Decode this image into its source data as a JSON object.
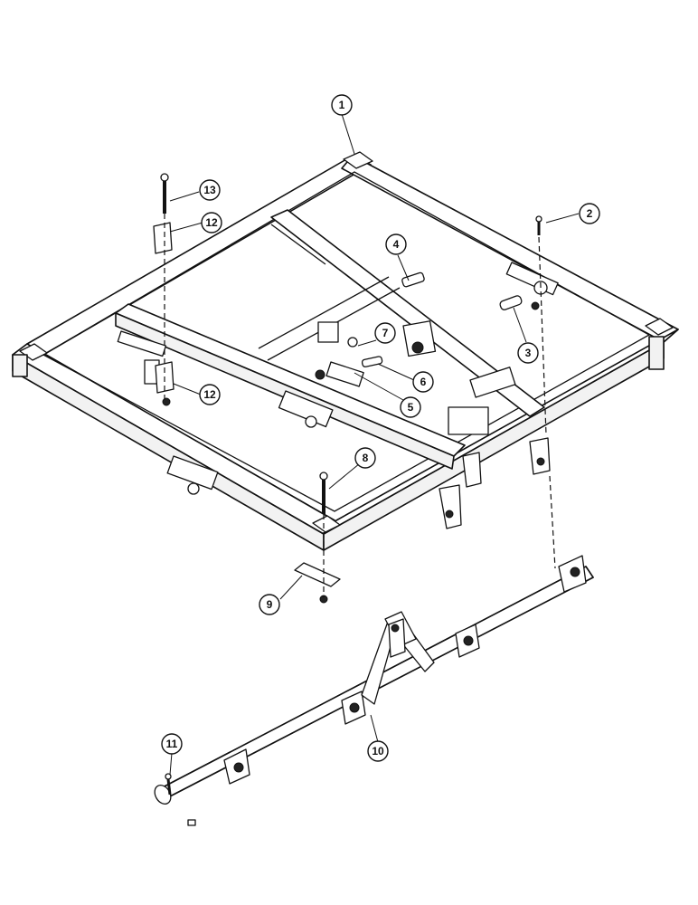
{
  "diagram": {
    "callouts": [
      {
        "id": "c1",
        "label": "1"
      },
      {
        "id": "c2",
        "label": "2"
      },
      {
        "id": "c3",
        "label": "3"
      },
      {
        "id": "c4",
        "label": "4"
      },
      {
        "id": "c5",
        "label": "5"
      },
      {
        "id": "c6",
        "label": "6"
      },
      {
        "id": "c7",
        "label": "7"
      },
      {
        "id": "c8",
        "label": "8"
      },
      {
        "id": "c9",
        "label": "9"
      },
      {
        "id": "c10",
        "label": "10"
      },
      {
        "id": "c11",
        "label": "11"
      },
      {
        "id": "c12a",
        "label": "12"
      },
      {
        "id": "c12b",
        "label": "12"
      },
      {
        "id": "c13",
        "label": "13"
      }
    ]
  }
}
